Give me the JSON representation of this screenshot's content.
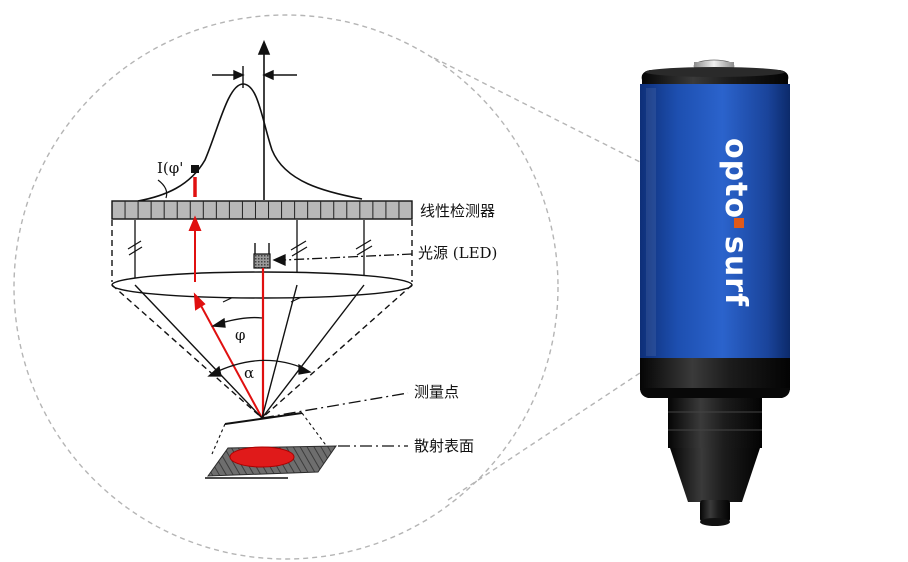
{
  "labels": {
    "intensity": "I(φ'",
    "detector": "线性检测器",
    "light_source": "光源 (LED)",
    "phi": "φ",
    "alpha": "α",
    "measure_point": "测量点",
    "scatter_surface": "散射表面"
  },
  "sensor": {
    "brand_left": "opto",
    "brand_right": "surf",
    "body_color": "#1f56b8",
    "accent_color": "#e05a1a"
  },
  "colors": {
    "ray_red": "#e01010",
    "spot_red": "#e01a1a",
    "detector_fill": "#b8b8b8",
    "dashed_outline": "#b5b5b5"
  }
}
